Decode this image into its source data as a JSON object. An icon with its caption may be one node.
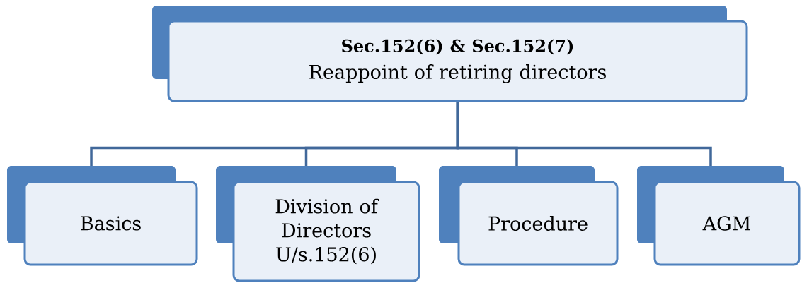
{
  "diagram": {
    "nodes": [
      {
        "text": [
          "Sec.152(6) & Sec.152(7)",
          "Reappoint of retiring directors"
        ]
      },
      {
        "text": [
          "Basics"
        ]
      },
      {
        "text": [
          "Division of Directors U/s.152(6)"
        ]
      },
      {
        "text": [
          "Procedure"
        ]
      },
      {
        "text": [
          "AGM"
        ]
      }
    ],
    "edges": [
      {
        "from": 0,
        "to": 1,
        "arrow": "none"
      },
      {
        "from": 0,
        "to": 2,
        "arrow": "none"
      },
      {
        "from": 0,
        "to": 3,
        "arrow": "none"
      },
      {
        "from": 0,
        "to": 4,
        "arrow": "none"
      }
    ]
  }
}
